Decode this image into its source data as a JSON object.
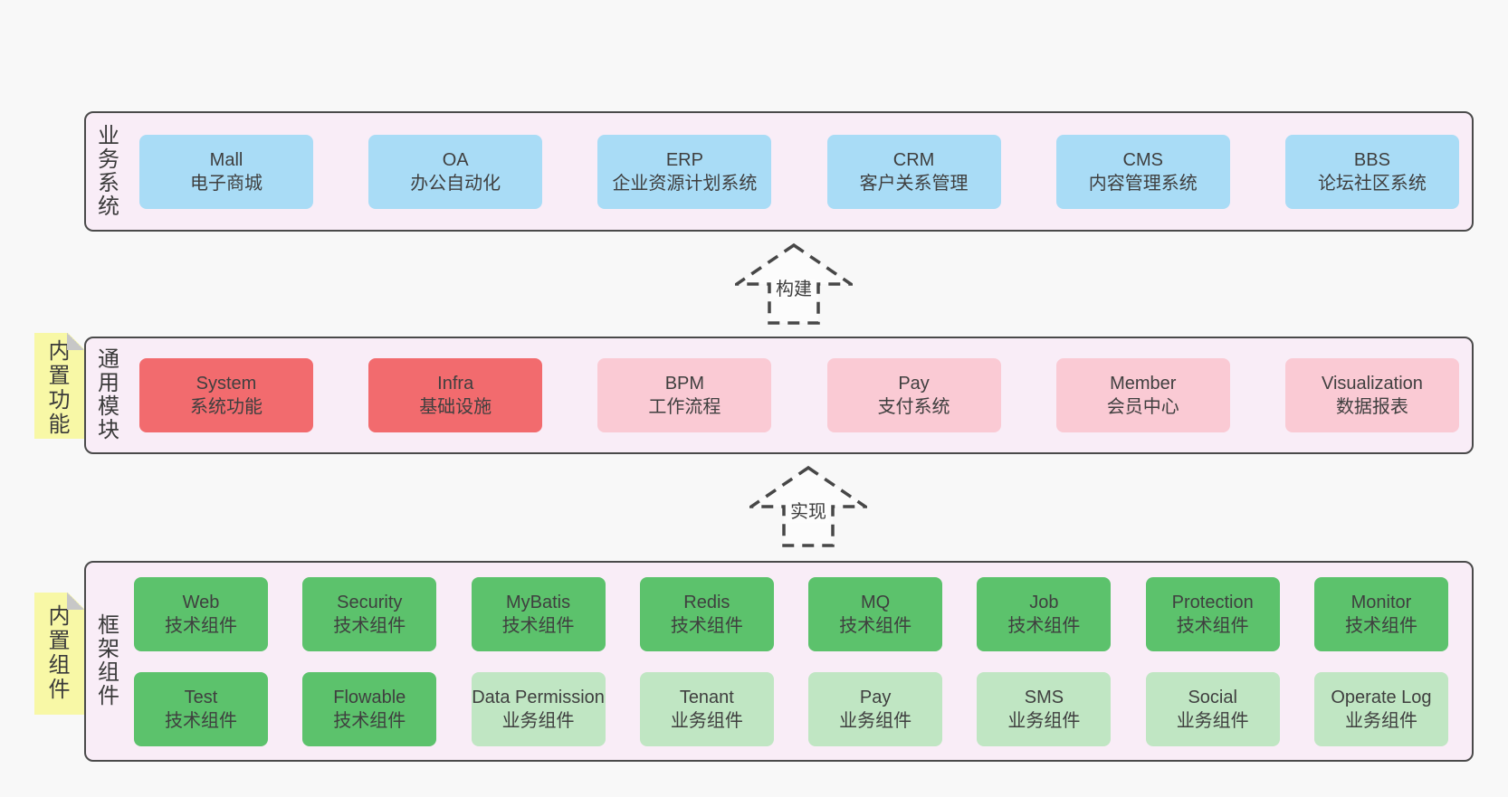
{
  "bands": [
    {
      "label": "业务系统",
      "boxes": [
        {
          "name": "Mall",
          "desc": "电子商城"
        },
        {
          "name": "OA",
          "desc": "办公自动化"
        },
        {
          "name": "ERP",
          "desc": "企业资源计划系统"
        },
        {
          "name": "CRM",
          "desc": "客户关系管理"
        },
        {
          "name": "CMS",
          "desc": "内容管理系统"
        },
        {
          "name": "BBS",
          "desc": "论坛社区系统"
        }
      ]
    },
    {
      "label": "通用模块",
      "note": "内置功能",
      "boxes": [
        {
          "name": "System",
          "desc": "系统功能"
        },
        {
          "name": "Infra",
          "desc": "基础设施"
        },
        {
          "name": "BPM",
          "desc": "工作流程"
        },
        {
          "name": "Pay",
          "desc": "支付系统"
        },
        {
          "name": "Member",
          "desc": "会员中心"
        },
        {
          "name": "Visualization",
          "desc": "数据报表"
        }
      ]
    },
    {
      "label": "框架组件",
      "note": "内置组件",
      "rows": [
        [
          {
            "name": "Web",
            "desc": "技术组件"
          },
          {
            "name": "Security",
            "desc": "技术组件"
          },
          {
            "name": "MyBatis",
            "desc": "技术组件"
          },
          {
            "name": "Redis",
            "desc": "技术组件"
          },
          {
            "name": "MQ",
            "desc": "技术组件"
          },
          {
            "name": "Job",
            "desc": "技术组件"
          },
          {
            "name": "Protection",
            "desc": "技术组件"
          },
          {
            "name": "Monitor",
            "desc": "技术组件"
          }
        ],
        [
          {
            "name": "Test",
            "desc": "技术组件"
          },
          {
            "name": "Flowable",
            "desc": "技术组件"
          },
          {
            "name": "Data Permission",
            "desc": "业务组件"
          },
          {
            "name": "Tenant",
            "desc": "业务组件"
          },
          {
            "name": "Pay",
            "desc": "业务组件"
          },
          {
            "name": "SMS",
            "desc": "业务组件"
          },
          {
            "name": "Social",
            "desc": "业务组件"
          },
          {
            "name": "Operate Log",
            "desc": "业务组件"
          }
        ]
      ]
    }
  ],
  "arrows": [
    {
      "label": "构建"
    },
    {
      "label": "实现"
    }
  ],
  "palette": {
    "page_background": "#f8f8f8",
    "band_background": "#f9edf7",
    "band_border": "#4a4a4a",
    "business_box": "#a9dcf6",
    "core_module_box": "#f26b6e",
    "optional_module_box": "#facad4",
    "tech_component_box": "#5cc26c",
    "biz_component_box": "#c0e6c3",
    "sticky_note": "#f8f8a6",
    "note_fold": "#c7c7c7"
  }
}
